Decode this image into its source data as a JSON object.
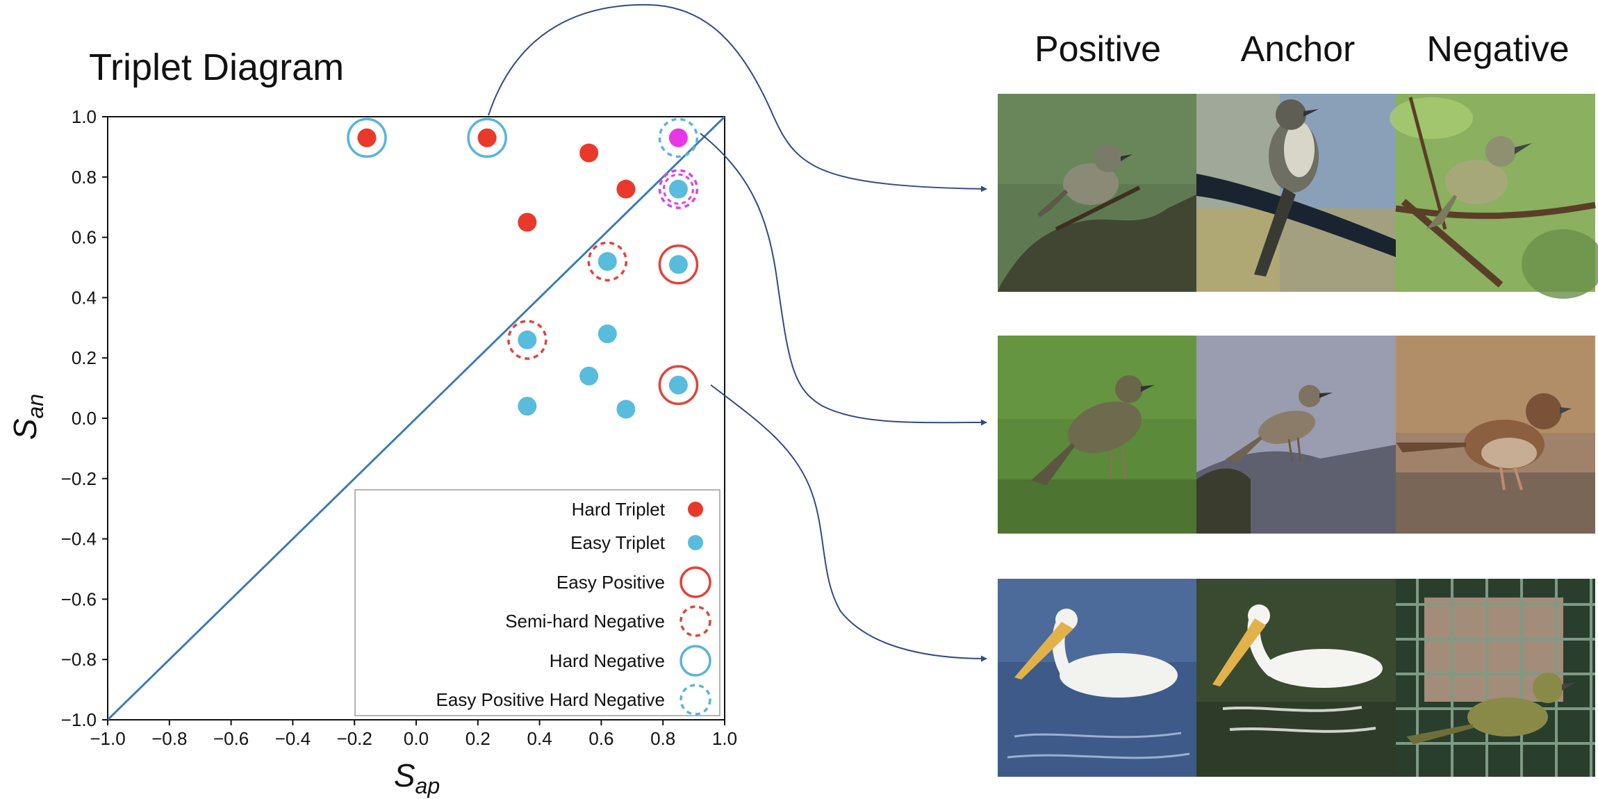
{
  "chart_data": {
    "type": "scatter",
    "title": "Triplet Diagram",
    "xlabel": {
      "base": "S",
      "sub": "ap"
    },
    "ylabel": {
      "base": "S",
      "sub": "an"
    },
    "xlim": [
      -1.0,
      1.0
    ],
    "ylim": [
      -1.0,
      1.0
    ],
    "xticks": [
      "−1.0",
      "−0.8",
      "−0.6",
      "−0.4",
      "−0.2",
      "0.0",
      "0.2",
      "0.4",
      "0.6",
      "0.8",
      "1.0"
    ],
    "yticks": [
      "−1.0",
      "−0.8",
      "−0.6",
      "−0.4",
      "−0.2",
      "0.0",
      "0.2",
      "0.4",
      "0.6",
      "0.8",
      "1.0"
    ],
    "grid": false,
    "diagonal": {
      "from": [
        -1.0,
        -1.0
      ],
      "to": [
        1.0,
        1.0
      ],
      "color": "#3d7ab8"
    },
    "points": [
      {
        "x": -0.16,
        "y": 0.93,
        "kind": "hard",
        "ring": "hard-negative"
      },
      {
        "x": 0.23,
        "y": 0.93,
        "kind": "hard",
        "ring": "hard-negative"
      },
      {
        "x": 0.56,
        "y": 0.88,
        "kind": "hard",
        "ring": null
      },
      {
        "x": 0.68,
        "y": 0.76,
        "kind": "hard",
        "ring": null
      },
      {
        "x": 0.36,
        "y": 0.65,
        "kind": "hard",
        "ring": null
      },
      {
        "x": 0.85,
        "y": 0.93,
        "kind": "highlight",
        "ring": "easy-positive-hard-negative"
      },
      {
        "x": 0.85,
        "y": 0.76,
        "kind": "easy",
        "ring": "magenta-dashed"
      },
      {
        "x": 0.62,
        "y": 0.52,
        "kind": "easy",
        "ring": "semi-hard-negative"
      },
      {
        "x": 0.85,
        "y": 0.51,
        "kind": "easy",
        "ring": "easy-positive"
      },
      {
        "x": 0.36,
        "y": 0.26,
        "kind": "easy",
        "ring": "semi-hard-negative"
      },
      {
        "x": 0.62,
        "y": 0.28,
        "kind": "easy",
        "ring": null
      },
      {
        "x": 0.56,
        "y": 0.14,
        "kind": "easy",
        "ring": null
      },
      {
        "x": 0.85,
        "y": 0.11,
        "kind": "easy",
        "ring": "easy-positive"
      },
      {
        "x": 0.36,
        "y": 0.04,
        "kind": "easy",
        "ring": null
      },
      {
        "x": 0.68,
        "y": 0.03,
        "kind": "easy",
        "ring": null
      }
    ],
    "legend": {
      "placement": "lower-right",
      "items": [
        {
          "label": "Hard Triplet",
          "marker": "hard"
        },
        {
          "label": "Easy Triplet",
          "marker": "easy"
        },
        {
          "label": "Easy Positive",
          "marker": "easy-positive"
        },
        {
          "label": "Semi-hard Negative",
          "marker": "semi-hard-negative"
        },
        {
          "label": "Hard Negative",
          "marker": "hard-negative"
        },
        {
          "label": "Easy Positive Hard Negative",
          "marker": "easy-positive-hard-negative"
        }
      ]
    },
    "colors": {
      "hard": "#e8392a",
      "easy": "#58bcdc",
      "highlight": "#e836e8",
      "ring_red": "#e0443a",
      "ring_blue": "#58b4dc",
      "ring_magenta": "#e040e8",
      "arrow": "#2f4a8a"
    }
  },
  "image_grid": {
    "column_headers": [
      "Positive",
      "Anchor",
      "Negative"
    ],
    "rows": [
      {
        "source_point": 1,
        "cells": [
          "flycatcher",
          "flycatcher-on-cable",
          "vireo"
        ]
      },
      {
        "source_point": 5,
        "cells": [
          "pipit-on-grass",
          "pipit-on-rock",
          "sparrow"
        ]
      },
      {
        "source_point": 12,
        "cells": [
          "pelican",
          "pelican",
          "warbler-in-cage"
        ]
      }
    ]
  }
}
